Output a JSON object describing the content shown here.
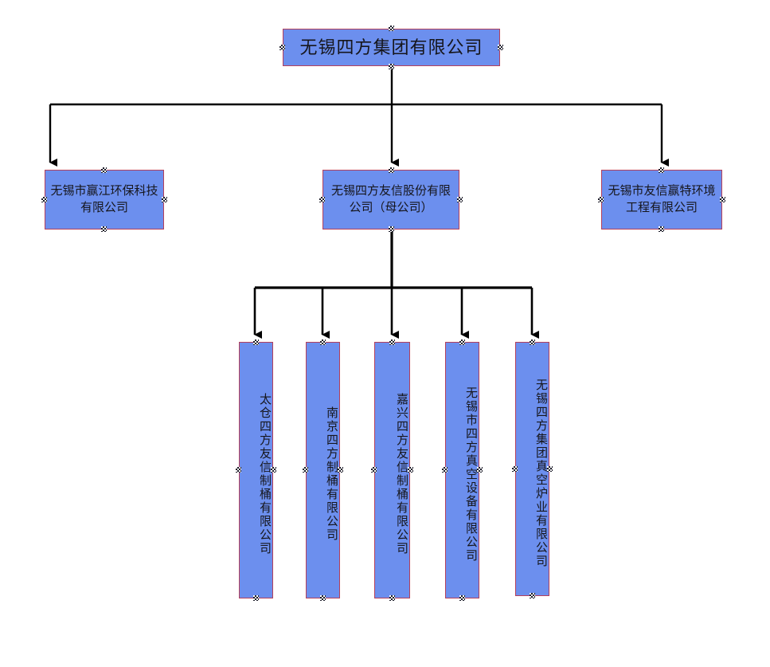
{
  "diagram": {
    "title_text": "无锡四方集团有限公司",
    "type": "organization-chart",
    "colors": {
      "node_fill": "#6c8fee",
      "node_border": "#b5405a",
      "connector": "#000000",
      "text": "#16161c",
      "background": "#ffffff"
    },
    "root": {
      "label": "无锡四方集团有限公司"
    },
    "level2": [
      {
        "label": "无锡市赢江环保科技有限公司"
      },
      {
        "label": "无锡四方友信股份有限公司（母公司）"
      },
      {
        "label": "无锡市友信赢特环境工程有限公司"
      }
    ],
    "level3": [
      {
        "label": "太仓四方友信制桶有限公司"
      },
      {
        "label": "南京四方制桶有限公司"
      },
      {
        "label": "嘉兴四方友信制桶有限公司"
      },
      {
        "label": "无锡市四方真空设备有限公司"
      },
      {
        "label": "无锡四方集团真空炉业有限公司"
      }
    ]
  }
}
